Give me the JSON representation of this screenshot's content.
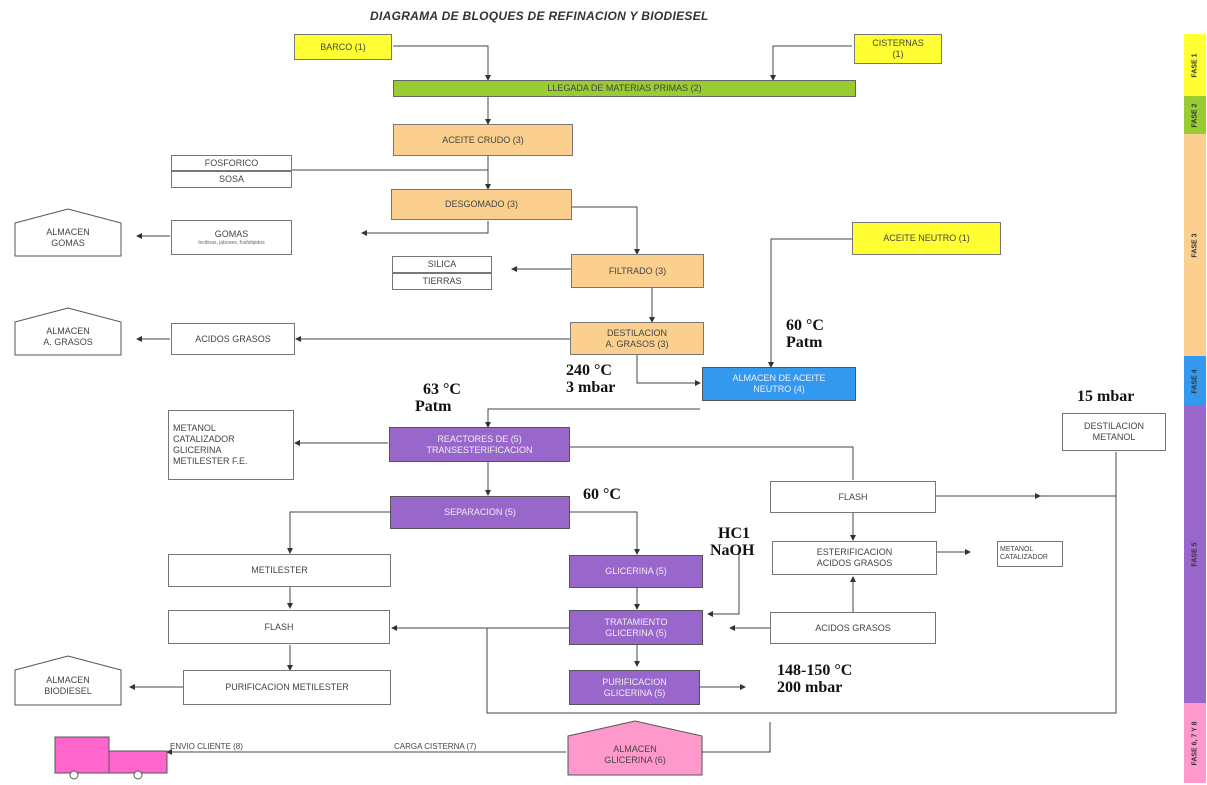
{
  "title": "DIAGRAMA DE BLOQUES DE REFINACION Y BIODIESEL",
  "boxes": {
    "barco": "BARCO (1)",
    "cisternas": [
      "CISTERNAS",
      "(1)"
    ],
    "llegada": "LLEGADA DE MATERIAS PRIMAS (2)",
    "aceite_crudo": "ACEITE CRUDO (3)",
    "fosforico": "FOSFORICO",
    "sosa": "SOSA",
    "desgomado": "DESGOMADO (3)",
    "almacen_gomas": [
      "ALMACEN",
      "GOMAS"
    ],
    "gomas": "GOMAS",
    "gomas_sub": "lecitinas, jabones, fosfolipidos",
    "aceite_neutro": "ACEITE NEUTRO (1)",
    "silica": "SILICA",
    "tierras": "TIERRAS",
    "filtrado": "FILTRADO (3)",
    "almacen_agrasos": [
      "ALMACEN",
      "A. GRASOS"
    ],
    "acidos_grasos_1": "ACIDOS GRASOS",
    "destilacion_ag": [
      "DESTILACION",
      "A. GRASOS (3)"
    ],
    "almacen_aceite_neutro": [
      "ALMACEN DE ACEITE",
      "NEUTRO (4)"
    ],
    "metanol_list": [
      "METANOL",
      "CATALIZADOR",
      "GLICERINA",
      "METILESTER F.E."
    ],
    "reactores": [
      "REACTORES DE",
      "(5)",
      "TRANSESTERIFICACION"
    ],
    "destilacion_metanol": [
      "DESTILACION",
      "METANOL"
    ],
    "separacion": "SEPARACION (5)",
    "flash_right": "FLASH",
    "metilester": "METILESTER",
    "glicerina": "GLICERINA (5)",
    "esterificacion": [
      "ESTERIFICACION",
      "ACIDOS GRASOS"
    ],
    "metanol_cat": [
      "METANOL",
      "CATALIZADOR"
    ],
    "flash_left": "FLASH",
    "tratamiento": [
      "TRATAMIENTO",
      "GLICERINA (5)"
    ],
    "acidos_grasos_2": "ACIDOS GRASOS",
    "almacen_biodiesel": [
      "ALMACEN",
      "BIODIESEL"
    ],
    "purificacion_metilester": "PURIFICACION METILESTER",
    "purificacion_glicerina": [
      "PURIFICACION",
      "GLICERINA (5)"
    ],
    "almacen_glicerina": [
      "ALMACEN",
      "GLICERINA (6)"
    ]
  },
  "labels": {
    "envio_cliente": "ENVIO CLIENTE (8)",
    "carga_cisterna": "CARGA CISTERNA (7)"
  },
  "conditions": {
    "c60_patm": [
      "60 °C",
      "Patm"
    ],
    "c240": [
      "240 °C",
      "3 mbar"
    ],
    "c63": [
      "63 °C",
      "Patm"
    ],
    "c15mbar": "15 mbar",
    "c60": "60 °C",
    "hcl_naoh": [
      "HC1",
      "NaOH"
    ],
    "c148": [
      "148-150 °C",
      "200 mbar"
    ]
  },
  "phases": [
    {
      "label": "FASE 1",
      "color": "#ffff33"
    },
    {
      "label": "FASE 2",
      "color": "#99cc33"
    },
    {
      "label": "FASE 3",
      "color": "#fbcf8d"
    },
    {
      "label": "FASE 4",
      "color": "#3399ee"
    },
    {
      "label": "FASE 5",
      "color": "#9966cc"
    },
    {
      "label": "FASE 6, 7 Y 8",
      "color": "#ff99cc"
    }
  ]
}
